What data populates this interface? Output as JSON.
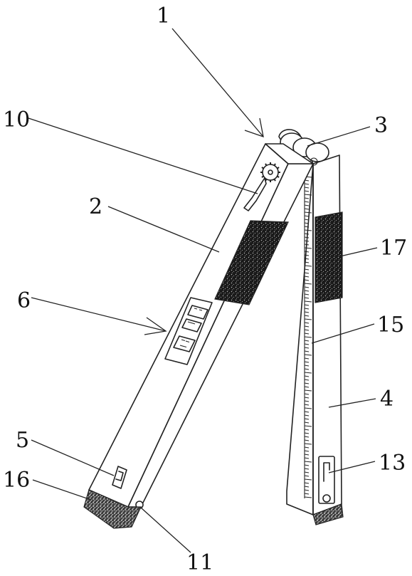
{
  "labels": {
    "l1": "1",
    "l2": "2",
    "l3": "3",
    "l4": "4",
    "l5": "5",
    "l6": "6",
    "l10": "10",
    "l11": "11",
    "l13": "13",
    "l15": "15",
    "l16": "16",
    "l17": "17"
  },
  "colors": {
    "line": "#222222",
    "grip": "#151515",
    "foot": "#2a2a2a",
    "background": "#ffffff"
  }
}
